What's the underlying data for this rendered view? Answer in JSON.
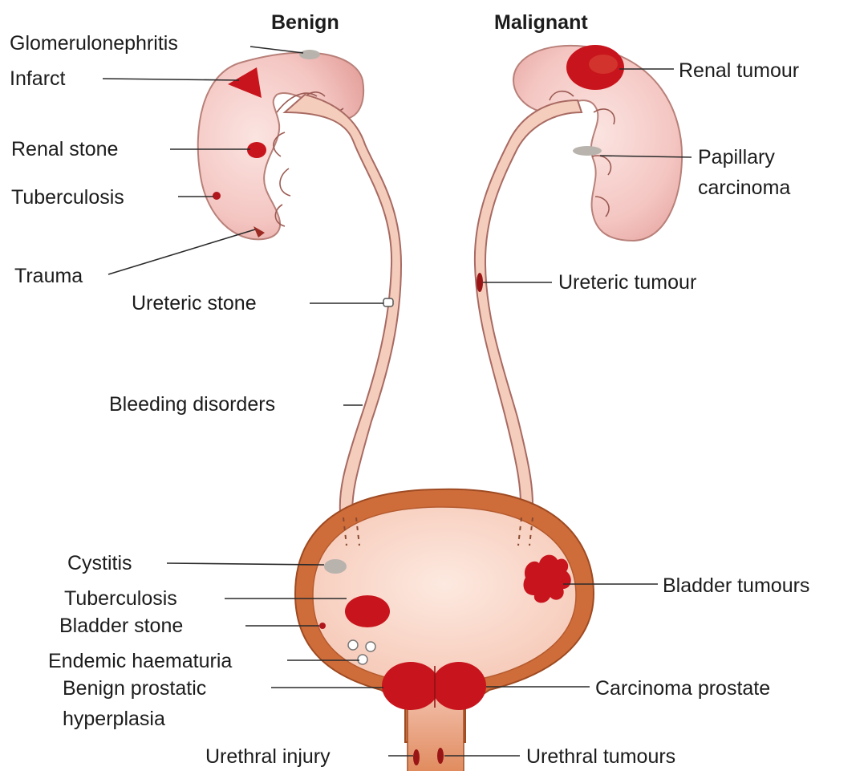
{
  "headings": {
    "benign": "Benign",
    "malignant": "Malignant"
  },
  "labels": {
    "glomerulonephritis": "Glomerulonephritis",
    "infarct": "Infarct",
    "renal_stone": "Renal stone",
    "tuberculosis_kidney": "Tuberculosis",
    "trauma": "Trauma",
    "ureteric_stone": "Ureteric stone",
    "bleeding_disorders": "Bleeding disorders",
    "cystitis": "Cystitis",
    "tuberculosis_bladder": "Tuberculosis",
    "bladder_stone": "Bladder stone",
    "endemic_haematuria": "Endemic haematuria",
    "benign_prostatic_1": "Benign prostatic",
    "benign_prostatic_2": "hyperplasia",
    "urethral_injury": "Urethral injury",
    "renal_tumour": "Renal tumour",
    "papillary_1": "Papillary",
    "papillary_2": "carcinoma",
    "ureteric_tumour": "Ureteric tumour",
    "bladder_tumours": "Bladder tumours",
    "carcinoma_prostate": "Carcinoma prostate",
    "urethral_tumours": "Urethral tumours"
  },
  "colors": {
    "kidney_fill": "#f5c7c4",
    "kidney_edge": "#a86a62",
    "ureter_fill": "#f6cdbd",
    "bladder_wall": "#c8622a",
    "bladder_inner": "#f9d9cc",
    "lesion_red": "#c8141c",
    "lesion_grey": "#b9b3ad",
    "text": "#1c1c1c"
  }
}
